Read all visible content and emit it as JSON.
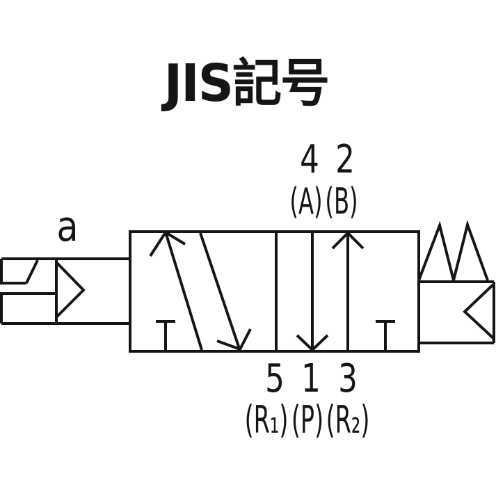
{
  "title": "JIS記号",
  "colors": {
    "line": "#151515",
    "background": "#ffffff"
  },
  "valve": {
    "actuator_label": "a",
    "ports_top": [
      {
        "number": "4",
        "name": "(A)"
      },
      {
        "number": "2",
        "name": "(B)"
      }
    ],
    "ports_bottom": [
      {
        "number": "5",
        "name": "(R₁)"
      },
      {
        "number": "1",
        "name": "(P)"
      },
      {
        "number": "3",
        "name": "(R₂)"
      }
    ]
  }
}
